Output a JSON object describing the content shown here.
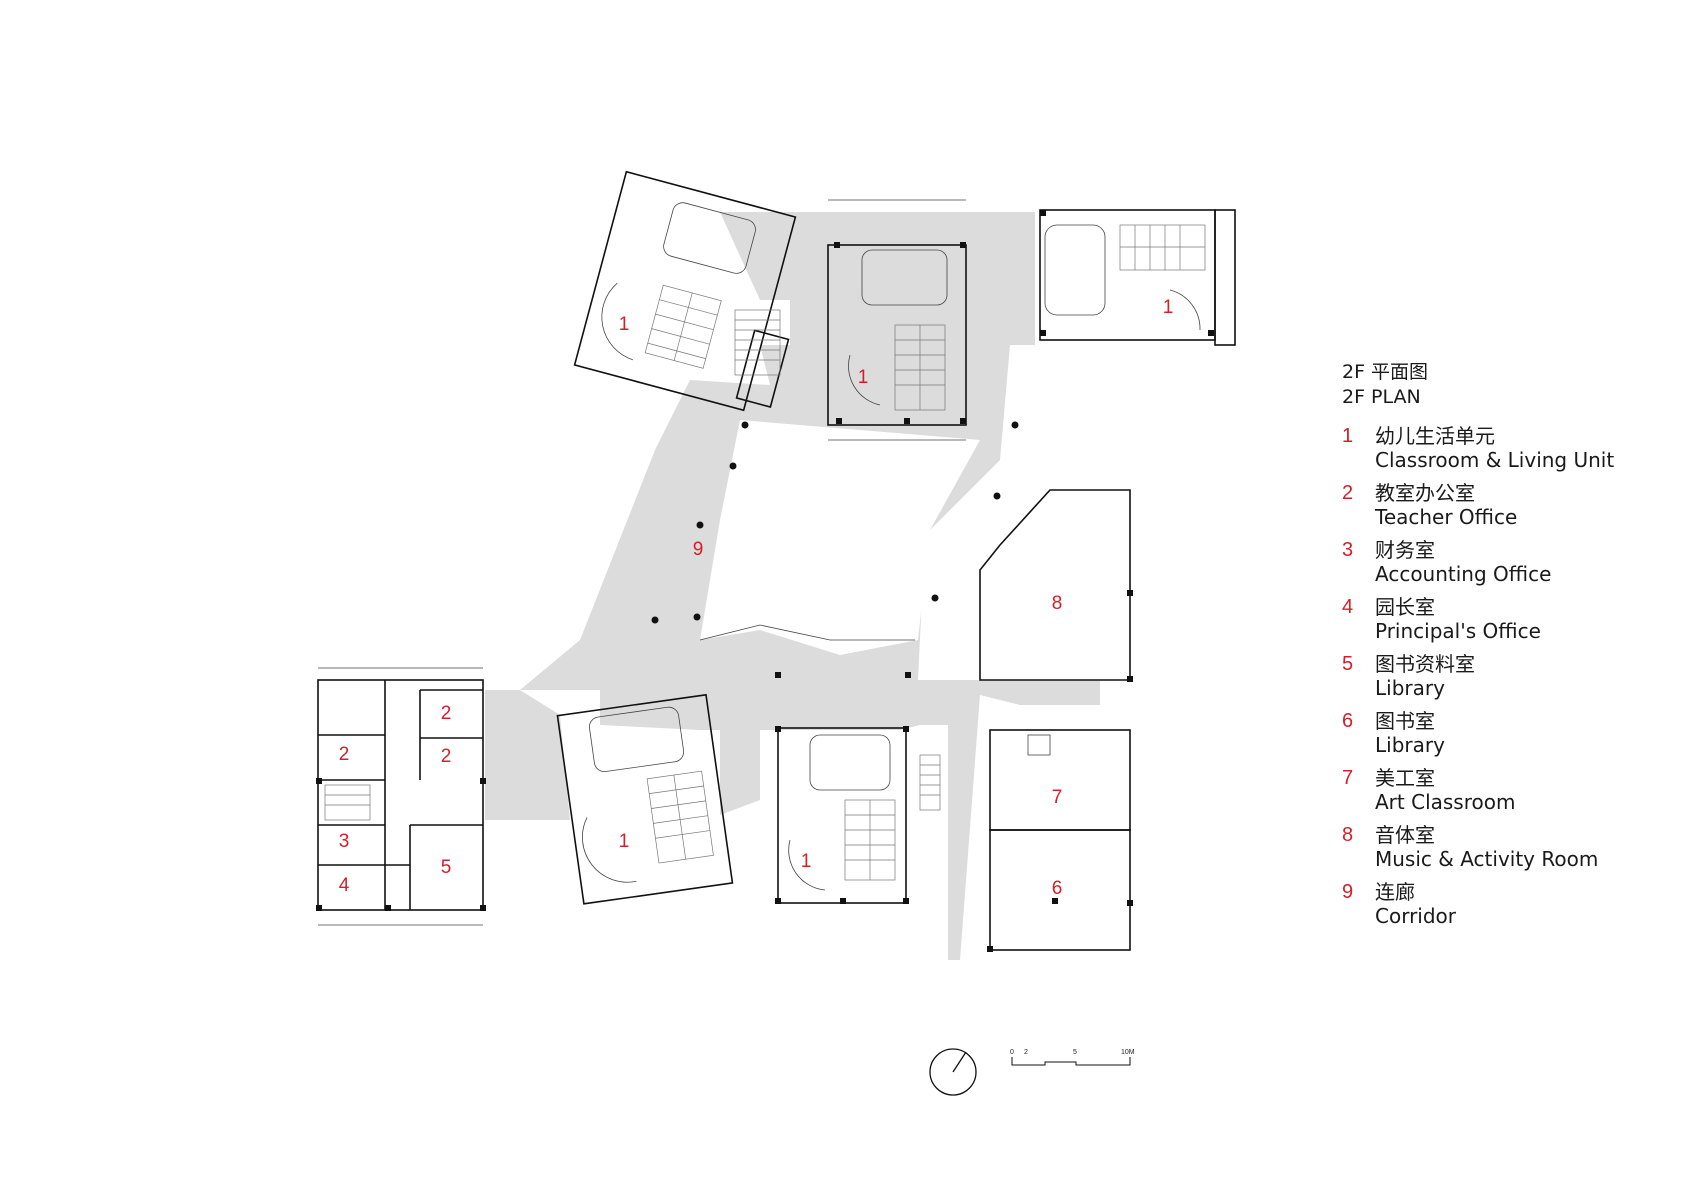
{
  "plan": {
    "title_cn": "2F 平面图",
    "title_en": "2F PLAN",
    "rooms": [
      {
        "num": "1"
      },
      {
        "num": "1"
      },
      {
        "num": "1"
      },
      {
        "num": "1"
      },
      {
        "num": "1"
      },
      {
        "num": "2"
      },
      {
        "num": "2"
      },
      {
        "num": "2"
      },
      {
        "num": "3"
      },
      {
        "num": "4"
      },
      {
        "num": "5"
      },
      {
        "num": "6"
      },
      {
        "num": "7"
      },
      {
        "num": "8"
      },
      {
        "num": "9"
      }
    ],
    "legend": [
      {
        "num": "1",
        "cn": "幼儿生活单元",
        "en": "Classroom & Living Unit"
      },
      {
        "num": "2",
        "cn": "教室办公室",
        "en": "Teacher Office"
      },
      {
        "num": "3",
        "cn": "财务室",
        "en": "Accounting Office"
      },
      {
        "num": "4",
        "cn": "园长室",
        "en": "Principal's Office"
      },
      {
        "num": "5",
        "cn": "图书资料室",
        "en": "Library"
      },
      {
        "num": "6",
        "cn": "图书室",
        "en": "Library"
      },
      {
        "num": "7",
        "cn": "美工室",
        "en": "Art Classroom"
      },
      {
        "num": "8",
        "cn": "音体室",
        "en": "Music & Activity Room"
      },
      {
        "num": "9",
        "cn": "连廊",
        "en": "Corridor"
      }
    ],
    "scale_bar": {
      "ticks": [
        "0",
        "2",
        "5",
        "10M"
      ]
    },
    "colors": {
      "accent": "#d0212a",
      "corridor": "#dcdcdc",
      "wall": "#111111"
    }
  }
}
